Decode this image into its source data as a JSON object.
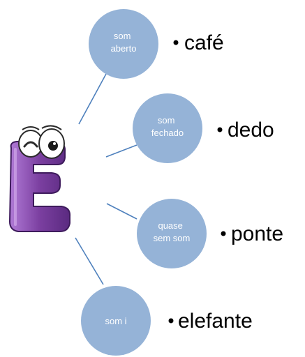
{
  "nodes": [
    {
      "lines": [
        "som",
        "aberto"
      ],
      "example": "café"
    },
    {
      "lines": [
        "som",
        "fechado"
      ],
      "example": "dedo"
    },
    {
      "lines": [
        "quase",
        "sem som"
      ],
      "example": "ponte"
    },
    {
      "lines": [
        "som i"
      ],
      "example": "elefante"
    }
  ],
  "colors": {
    "node_fill": "#95b3d7",
    "connector": "#4f81bd",
    "letter_purple": "#7b3fa0",
    "letter_light": "#a570c8"
  },
  "mascot": {
    "icon": "letter-e-mascot-icon"
  }
}
